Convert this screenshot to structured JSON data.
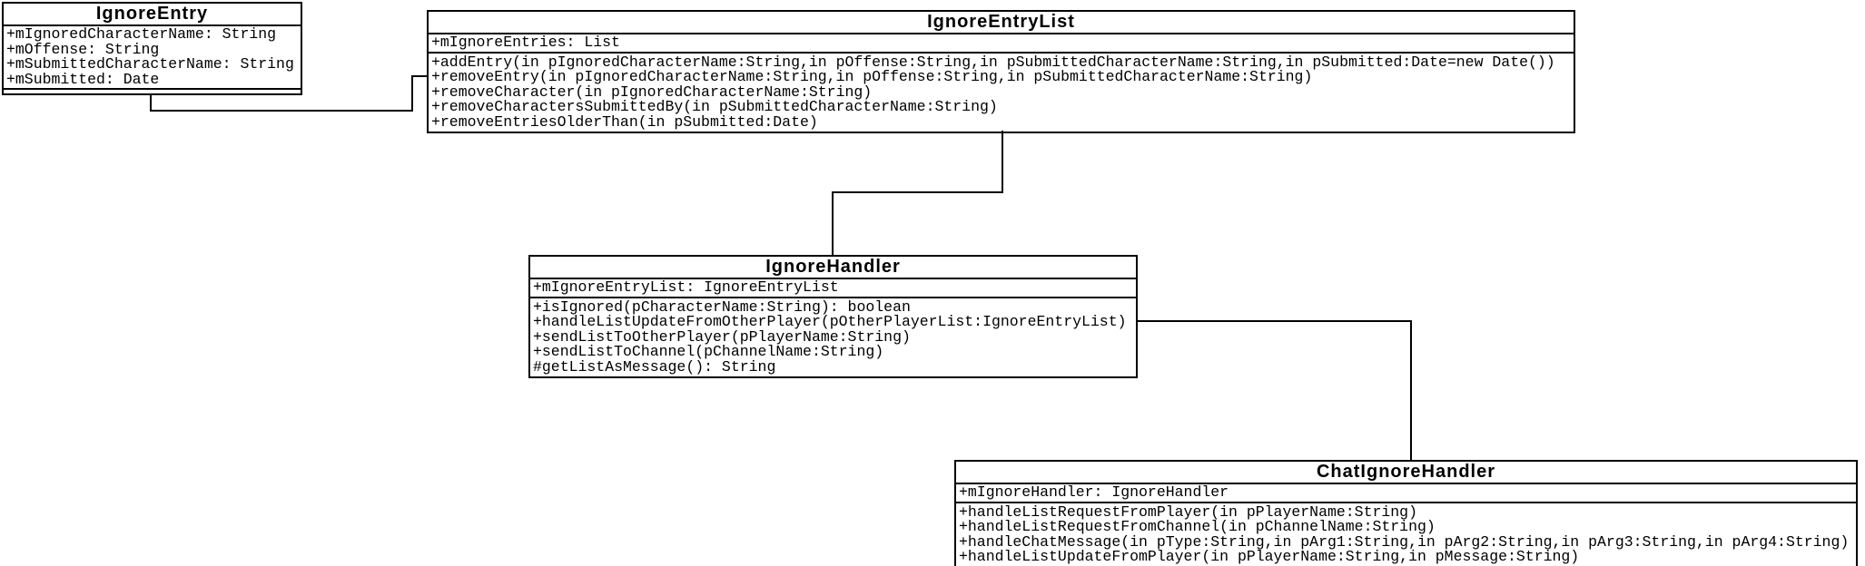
{
  "diagram": {
    "type": "uml-class-diagram",
    "background_color": "#ffffff",
    "line_color": "#000000",
    "text_color": "#000000"
  },
  "classes": [
    {
      "name": "IgnoreEntry",
      "attributes": [
        "+mIgnoredCharacterName: String",
        "+mOffense: String",
        "+mSubmittedCharacterName: String",
        "+mSubmitted: Date"
      ],
      "methods": []
    },
    {
      "name": "IgnoreEntryList",
      "attributes": [
        "+mIgnoreEntries: List"
      ],
      "methods": [
        "+addEntry(in pIgnoredCharacterName:String,in pOffense:String,in pSubmittedCharacterName:String,in pSubmitted:Date=new Date())",
        "+removeEntry(in pIgnoredCharacterName:String,in pOffense:String,in pSubmittedCharacterName:String)",
        "+removeCharacter(in pIgnoredCharacterName:String)",
        "+removeCharactersSubmittedBy(in pSubmittedCharacterName:String)",
        "+removeEntriesOlderThan(in pSubmitted:Date)"
      ]
    },
    {
      "name": "IgnoreHandler",
      "attributes": [
        "+mIgnoreEntryList: IgnoreEntryList"
      ],
      "methods": [
        "+isIgnored(pCharacterName:String): boolean",
        "+handleListUpdateFromOtherPlayer(pOtherPlayerList:IgnoreEntryList)",
        "+sendListToOtherPlayer(pPlayerName:String)",
        "+sendListToChannel(pChannelName:String)",
        "#getListAsMessage(): String"
      ]
    },
    {
      "name": "ChatIgnoreHandler",
      "attributes": [
        "+mIgnoreHandler: IgnoreHandler"
      ],
      "methods": [
        "+handleListRequestFromPlayer(in pPlayerName:String)",
        "+handleListRequestFromChannel(in pChannelName:String)",
        "+handleChatMessage(in pType:String,in pArg1:String,in pArg2:String,in pArg3:String,in pArg4:String)",
        "+handleListUpdateFromPlayer(in pPlayerName:String,in pMessage:String)"
      ]
    }
  ],
  "relationships": [
    {
      "from": "IgnoreEntry",
      "to": "IgnoreEntryList",
      "style": "orthogonal-line"
    },
    {
      "from": "IgnoreEntryList",
      "to": "IgnoreHandler",
      "style": "orthogonal-line"
    },
    {
      "from": "IgnoreHandler",
      "to": "ChatIgnoreHandler",
      "style": "orthogonal-line"
    }
  ]
}
